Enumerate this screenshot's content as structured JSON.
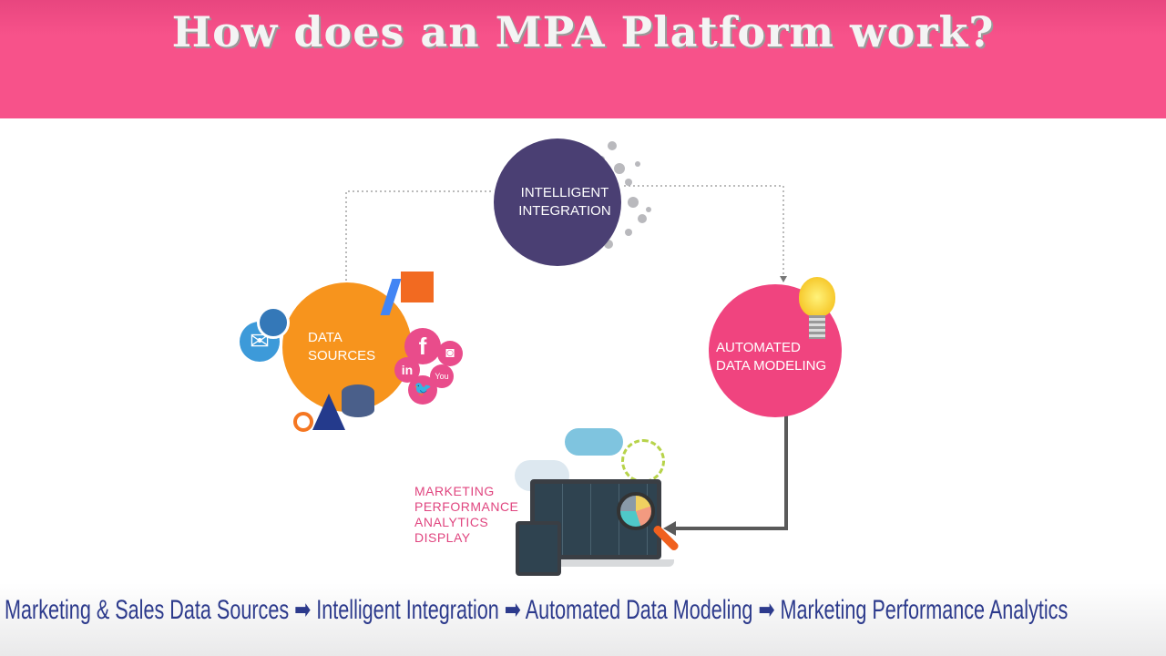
{
  "title": "How does an MPA Platform work?",
  "nodes": {
    "integration": [
      "INTELLIGENT",
      "INTEGRATION"
    ],
    "sources": [
      "DATA",
      "SOURCES"
    ],
    "modeling": [
      "AUTOMATED",
      "DATA MODELING"
    ],
    "analytics": [
      "MARKETING",
      "PERFORMANCE",
      "ANALYTICS",
      "DISPLAY"
    ]
  },
  "caption": "Marketing & Sales Data Sources ➡ Intelligent Integration ➡ Automated Data Modeling ➡ Marketing Performance Analytics",
  "colors": {
    "header": "#f7528a",
    "integration": "#4a3f73",
    "sources": "#f7941d",
    "modeling": "#f0447f",
    "caption": "#2c3a8c"
  }
}
